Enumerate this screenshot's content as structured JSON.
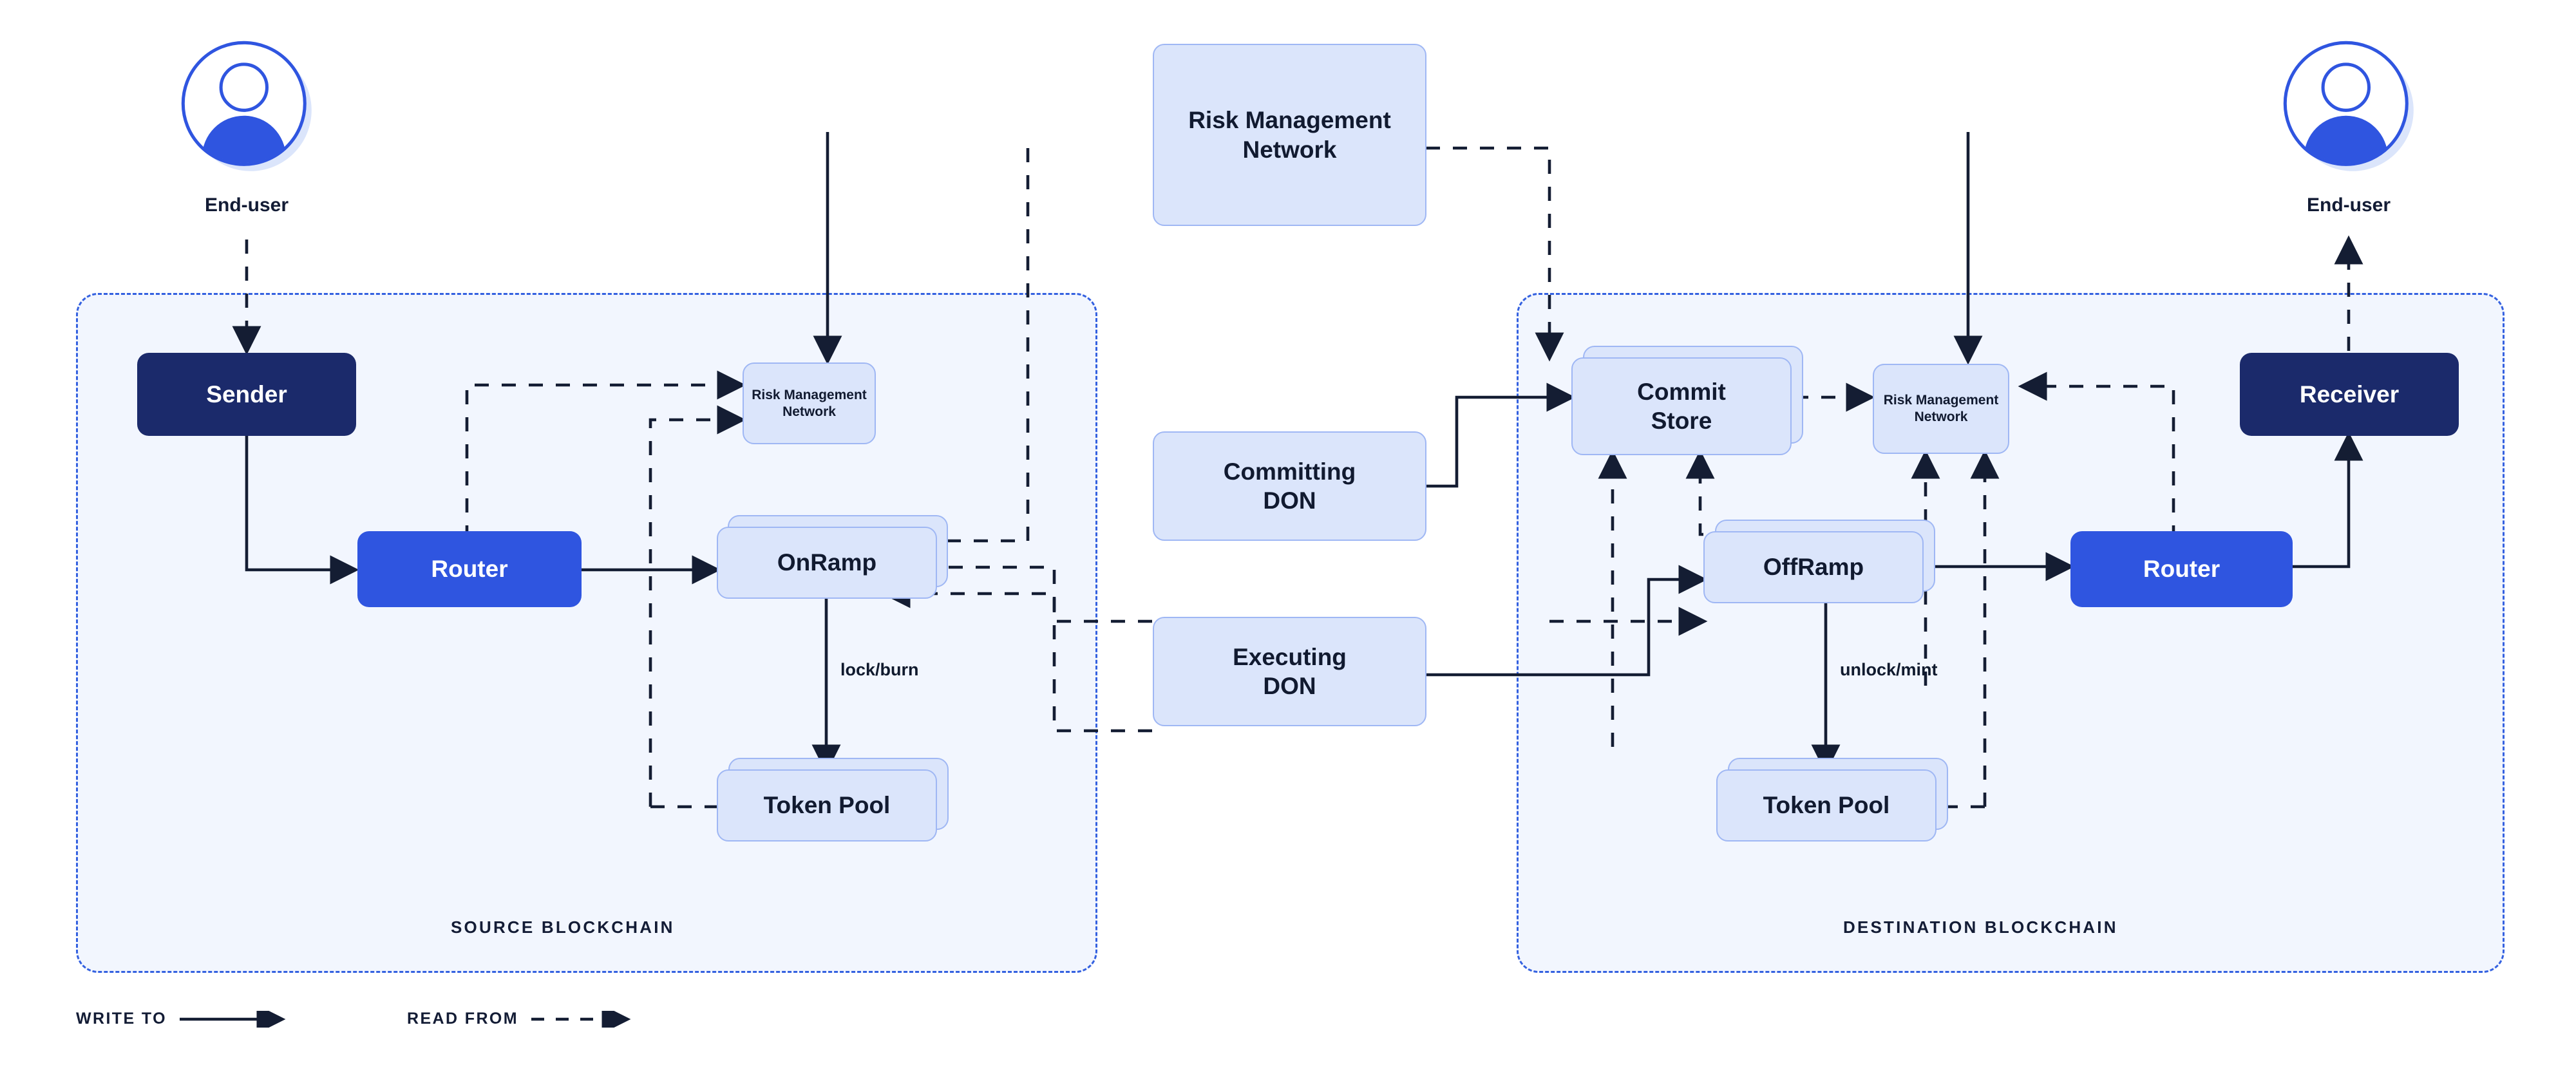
{
  "diagram": {
    "title": "CCIP cross-chain architecture",
    "colors": {
      "dark_navy": "#1b2a6b",
      "bright_blue": "#2f55e0",
      "light_blue_fill": "#dbe5fb",
      "light_blue_border": "#9fb7f4",
      "zone_fill": "#f2f6fe",
      "zone_border": "#3461e0",
      "line": "#141d33",
      "text_dark": "#131c35"
    }
  },
  "source_zone": {
    "label": "Source Blockchain"
  },
  "destination_zone": {
    "label": "Destination Blockchain"
  },
  "users": {
    "left": {
      "label": "End-user",
      "icon": "user-avatar-icon"
    },
    "right": {
      "label": "End-user",
      "icon": "user-avatar-icon"
    }
  },
  "nodes": {
    "sender": "Sender",
    "router_source": "Router",
    "rmn_source": "Risk  Management Network",
    "rmn_source_line1": "Risk  Management",
    "rmn_source_line2": "Network",
    "onramp": "OnRamp",
    "token_pool_source": "Token Pool",
    "rmn_top_line1": "Risk  Management",
    "rmn_top_line2": "Network",
    "committing_don_line1": "Committing",
    "committing_don_line2": "DON",
    "executing_don_line1": "Executing",
    "executing_don_line2": "DON",
    "commit_store_line1": "Commit",
    "commit_store_line2": "Store",
    "rmn_dest_line1": "Risk  Management",
    "rmn_dest_line2": "Network",
    "offramp": "OffRamp",
    "token_pool_dest": "Token Pool",
    "router_dest": "Router",
    "receiver": "Receiver"
  },
  "edge_labels": {
    "lock_burn": "lock/burn",
    "unlock_mint": "unlock/mint"
  },
  "legend": {
    "write_to": "Write to",
    "read_from": "Read from"
  }
}
